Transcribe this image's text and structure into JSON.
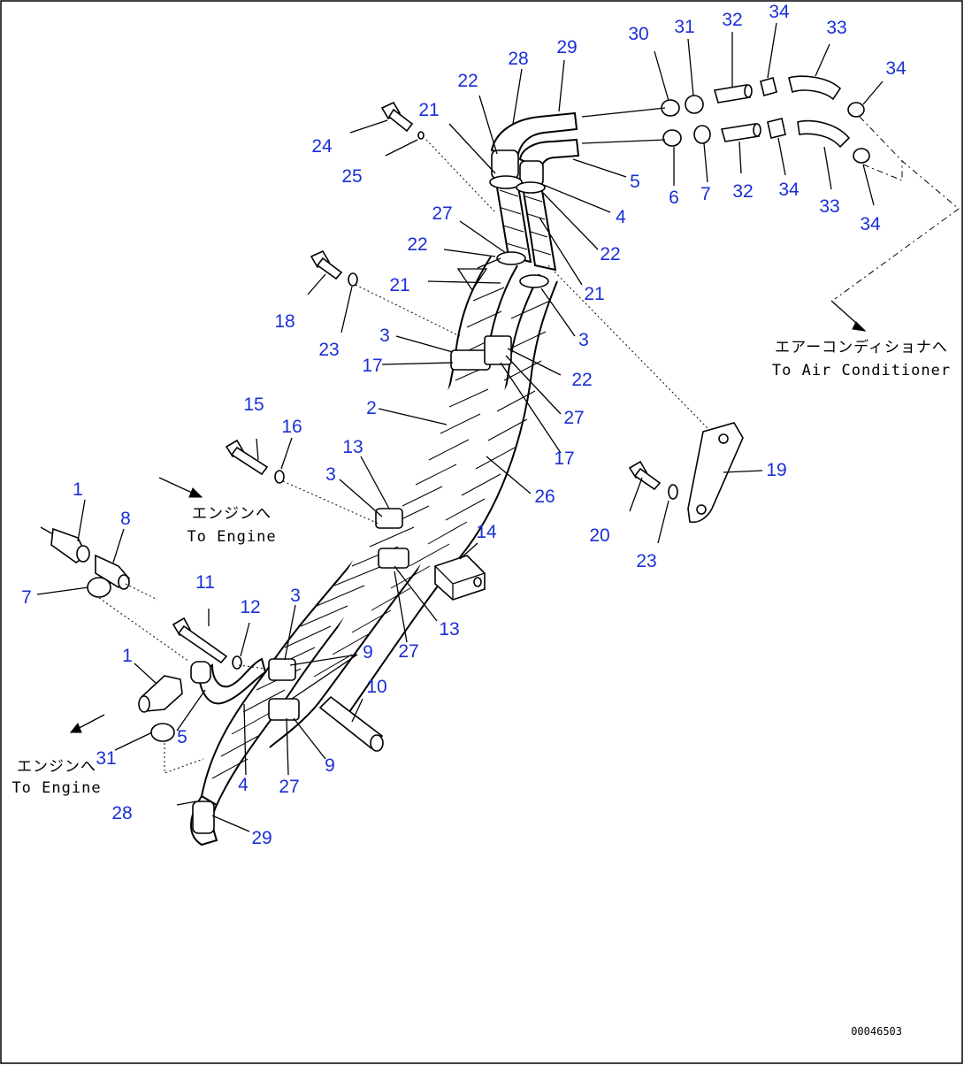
{
  "diagram": {
    "part_labels": [
      "1",
      "2",
      "3",
      "4",
      "5",
      "6",
      "7",
      "8",
      "9",
      "10",
      "11",
      "12",
      "13",
      "14",
      "15",
      "16",
      "17",
      "18",
      "19",
      "20",
      "21",
      "22",
      "23",
      "24",
      "25",
      "26",
      "27",
      "28",
      "29",
      "30",
      "31",
      "32",
      "33",
      "34"
    ],
    "notes": {
      "to_engine_upper_jp": "エンジンへ",
      "to_engine_upper_en": "To Engine",
      "to_engine_lower_jp": "エンジンへ",
      "to_engine_lower_en": "To Engine",
      "to_aircon_jp": "エアーコンディショナへ",
      "to_aircon_en": "To Air Conditioner"
    },
    "drawing_code": "00046503",
    "colors": {
      "label": "#1a2fd6",
      "line": "#000000",
      "background": "#ffffff"
    }
  }
}
